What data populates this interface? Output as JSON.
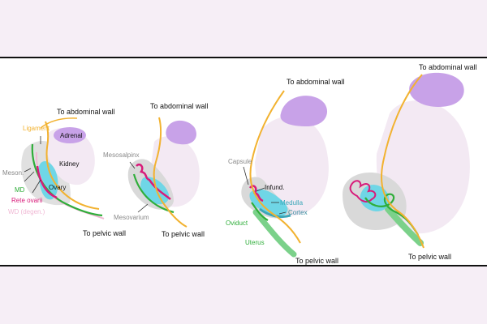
{
  "colors": {
    "background": "#f6eef6",
    "panel": "#ffffff",
    "ligament": "#f2b230",
    "adrenal": "#c8a2e8",
    "kidney": "#f3e9f3",
    "ovary": "#6fd6e6",
    "cortex": "#3aa6b8",
    "rete_ovarii": "#d81b7a",
    "md": "#2fae3a",
    "wd": "#f0b8d4",
    "gray_region": "#d9d9d9",
    "gray_text": "#8a8a8a"
  },
  "stage1": {
    "to_abdominal_wall": "To abdominal wall",
    "ligament": "Ligament",
    "adrenal": "Adrenal",
    "kidney": "Kidney",
    "meson": "Meson.",
    "ovary": "Ovary",
    "md": "MD",
    "rete_ovarii": "Rete ovarii",
    "wd_degen": "WD (degen.)",
    "to_pelvic_wall": "To pelvic wall"
  },
  "stage2": {
    "to_abdominal_wall": "To abdominal wall",
    "mesosalpinx": "Mesosalpinx",
    "mesovarium": "Mesovarium",
    "to_pelvic_wall": "To pelvic wall"
  },
  "stage3": {
    "to_abdominal_wall": "To abdominal wall",
    "capsule": "Capsule",
    "infund": "Infund.",
    "medulla": "Medulla",
    "cortex": "Cortex",
    "oviduct": "Oviduct",
    "uterus": "Uterus",
    "to_pelvic_wall": "To pelvic wall"
  },
  "stage4": {
    "to_abdominal_wall": "To abdominal wall",
    "to_pelvic_wall": "To pelvic wall"
  }
}
